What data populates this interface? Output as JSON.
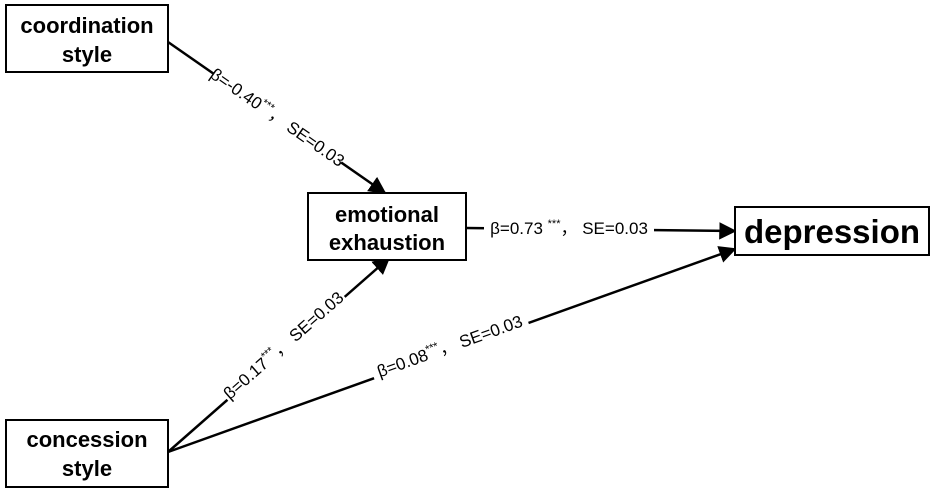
{
  "nodes": {
    "coordination_style": {
      "line1": "coordination",
      "line2": "style"
    },
    "emotional_exhaustion": {
      "line1": "emotional",
      "line2": "exhaustion"
    },
    "concession_style": {
      "line1": "concession",
      "line2": "style"
    },
    "depression": {
      "label": "depression"
    }
  },
  "edges": {
    "coordination_to_exhaustion": {
      "beta": "β=-0.40",
      "stars": "***",
      "se": "，  SE=0.03"
    },
    "concession_to_exhaustion": {
      "beta": "β=0.17",
      "stars": "***",
      "se": "，  SE=0.03"
    },
    "exhaustion_to_depression": {
      "beta": "β=0.73 ",
      "stars": "***",
      "se": "，  SE=0.03"
    },
    "concession_to_depression": {
      "beta": "β=0.08",
      "stars": "***",
      "se": "，  SE=0.03"
    }
  }
}
